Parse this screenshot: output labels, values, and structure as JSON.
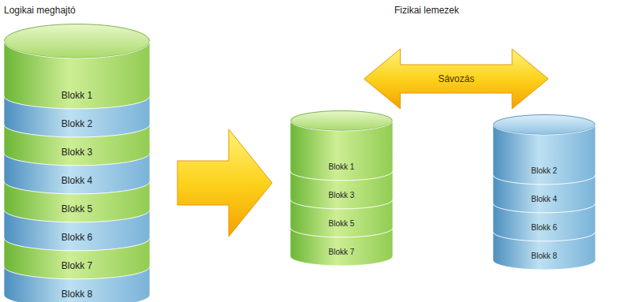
{
  "diagram": {
    "nodes": [
      {
        "text": [
          "Logikai meghajtó"
        ]
      },
      {
        "text": [
          "Blokk 1"
        ],
        "in": 0
      },
      {
        "text": [
          "Blokk 2"
        ],
        "in": 0
      },
      {
        "text": [
          "Blokk 3"
        ],
        "in": 0
      },
      {
        "text": [
          "Blokk 4"
        ],
        "in": 0
      },
      {
        "text": [
          "Blokk 5"
        ],
        "in": 0
      },
      {
        "text": [
          "Blokk 6"
        ],
        "in": 0
      },
      {
        "text": [
          "Blokk 7"
        ],
        "in": 0
      },
      {
        "text": [
          "Blokk 8"
        ],
        "in": 0
      },
      {
        "text": []
      },
      {
        "text": [
          "Blokk 1"
        ],
        "in": 9
      },
      {
        "text": [
          "Blokk 3"
        ],
        "in": 9
      },
      {
        "text": [
          "Blokk 5"
        ],
        "in": 9
      },
      {
        "text": [
          "Blokk 7"
        ],
        "in": 9
      },
      {
        "text": []
      },
      {
        "text": [
          "Blokk 2"
        ],
        "in": 14
      },
      {
        "text": [
          "Blokk 4"
        ],
        "in": 14
      },
      {
        "text": [
          "Blokk 6"
        ],
        "in": 14
      },
      {
        "text": [
          "Blokk 8"
        ],
        "in": 14
      }
    ],
    "edges": [
      {
        "from": 0,
        "to": 9,
        "arrow": "to"
      },
      {
        "from": 9,
        "to": 14,
        "arrow": "both",
        "label": "Sávozás"
      }
    ],
    "labels": [
      "Fizikai lemezek"
    ]
  }
}
